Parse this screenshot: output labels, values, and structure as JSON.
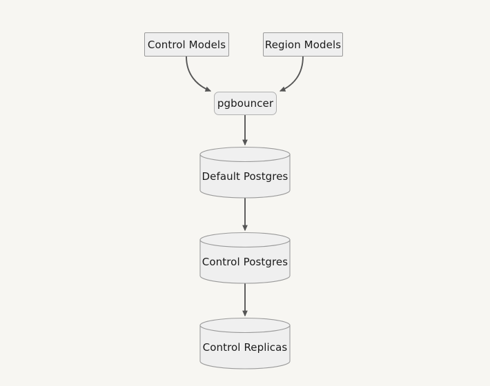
{
  "diagram": {
    "type": "flowchart",
    "title": "",
    "background_color": "#f7f6f2",
    "edge_color": "#555555",
    "node_fill": "#efefef",
    "node_stroke": "#999999",
    "text_color": "#1a1a1a",
    "nodes": [
      {
        "id": "control_models",
        "label": "Control Models",
        "shape": "rectangle"
      },
      {
        "id": "region_models",
        "label": "Region Models",
        "shape": "rectangle"
      },
      {
        "id": "pgbouncer",
        "label": "pgbouncer",
        "shape": "rounded-rectangle"
      },
      {
        "id": "default_postgres",
        "label": "Default Postgres",
        "shape": "cylinder"
      },
      {
        "id": "control_postgres",
        "label": "Control Postgres",
        "shape": "cylinder"
      },
      {
        "id": "control_replicas",
        "label": "Control Replicas",
        "shape": "cylinder"
      }
    ],
    "edges": [
      {
        "from": "control_models",
        "to": "pgbouncer",
        "style": "curved",
        "arrow": "single"
      },
      {
        "from": "region_models",
        "to": "pgbouncer",
        "style": "curved",
        "arrow": "single"
      },
      {
        "from": "pgbouncer",
        "to": "default_postgres",
        "style": "straight",
        "arrow": "single"
      },
      {
        "from": "default_postgres",
        "to": "control_postgres",
        "style": "straight",
        "arrow": "single"
      },
      {
        "from": "control_postgres",
        "to": "control_replicas",
        "style": "straight",
        "arrow": "single"
      }
    ]
  }
}
